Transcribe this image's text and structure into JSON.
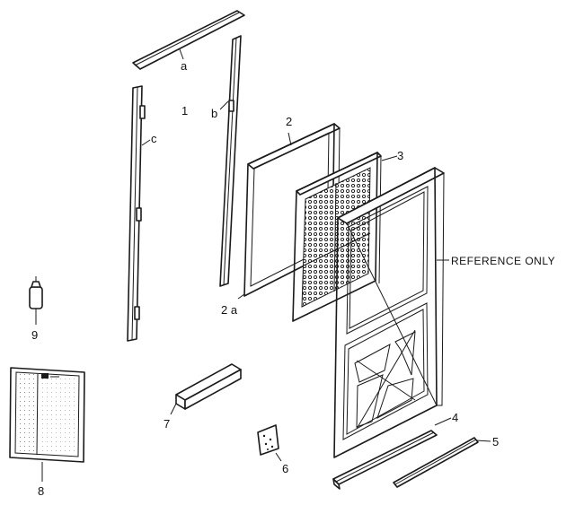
{
  "labels": {
    "a": "a",
    "b": "b",
    "c": "c",
    "one": "1",
    "two": "2",
    "two_a": "2 a",
    "three": "3",
    "four": "4",
    "five": "5",
    "six": "6",
    "seven": "7",
    "eight": "8",
    "nine": "9",
    "reference": "REFERENCE ONLY"
  }
}
